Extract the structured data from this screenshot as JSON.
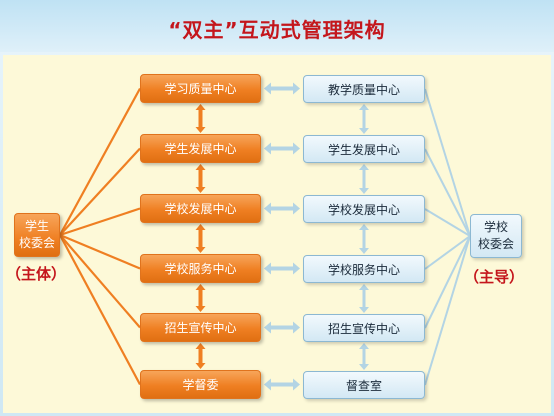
{
  "title": "“双主”互动式管理架构",
  "left": {
    "line1": "学生",
    "line2": "校委会",
    "role": "（主体）"
  },
  "right": {
    "line1": "学校",
    "line2": "校委会",
    "role": "（主导）"
  },
  "student_centers": [
    "学习质量中心",
    "学生发展中心",
    "学校发展中心",
    "学校服务中心",
    "招生宣传中心",
    "学督委"
  ],
  "school_centers": [
    "教学质量中心",
    "学生发展中心",
    "学校发展中心",
    "学校服务中心",
    "招生宣传中心",
    "督查室"
  ],
  "colors": {
    "title": "#c4161c",
    "orange": "#ef7f22",
    "blue_box": "#d3e8f4",
    "blue_line": "#b3d4e4",
    "panel": "#fdf9d8"
  }
}
